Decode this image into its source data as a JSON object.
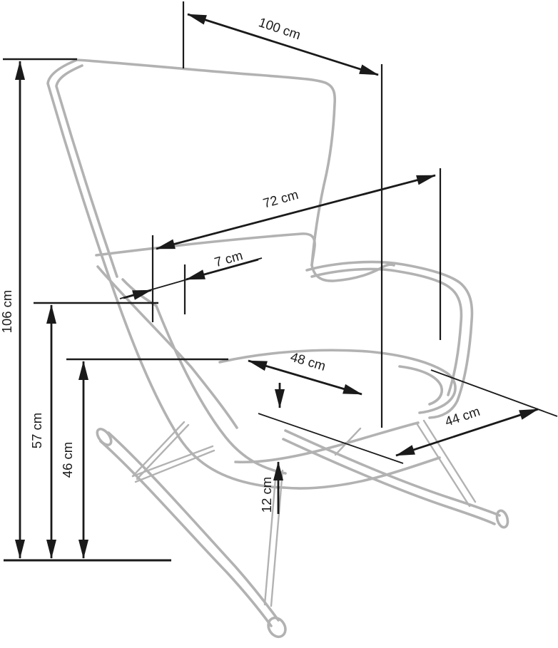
{
  "figure": {
    "type": "furniture-dimension-diagram",
    "subject": "wingback rocking chair outline drawing",
    "unit": "cm",
    "colors": {
      "background": "#ffffff",
      "outline_gray": "#b2b2b2",
      "dimension_black": "#1a1a1a"
    }
  },
  "dimensions": {
    "d100": {
      "label": "100 cm",
      "value": 100,
      "unit": "cm",
      "orientation": "diagonal-top"
    },
    "d72": {
      "label": "72 cm",
      "value": 72,
      "unit": "cm",
      "orientation": "diagonal-backrest"
    },
    "d7": {
      "label": "7 cm",
      "value": 7,
      "unit": "cm",
      "orientation": "diagonal-wing-edge"
    },
    "d106": {
      "label": "106 cm",
      "value": 106,
      "unit": "cm",
      "orientation": "vertical-total-height"
    },
    "d57": {
      "label": "57 cm",
      "value": 57,
      "unit": "cm",
      "orientation": "vertical"
    },
    "d46": {
      "label": "46 cm",
      "value": 46,
      "unit": "cm",
      "orientation": "vertical"
    },
    "d48": {
      "label": "48 cm",
      "value": 48,
      "unit": "cm",
      "orientation": "diagonal-seat-width"
    },
    "d44": {
      "label": "44 cm",
      "value": 44,
      "unit": "cm",
      "orientation": "diagonal-seat-depth"
    },
    "d12": {
      "label": "12 cm",
      "value": 12,
      "unit": "cm",
      "orientation": "vertical-seat-thickness"
    }
  }
}
